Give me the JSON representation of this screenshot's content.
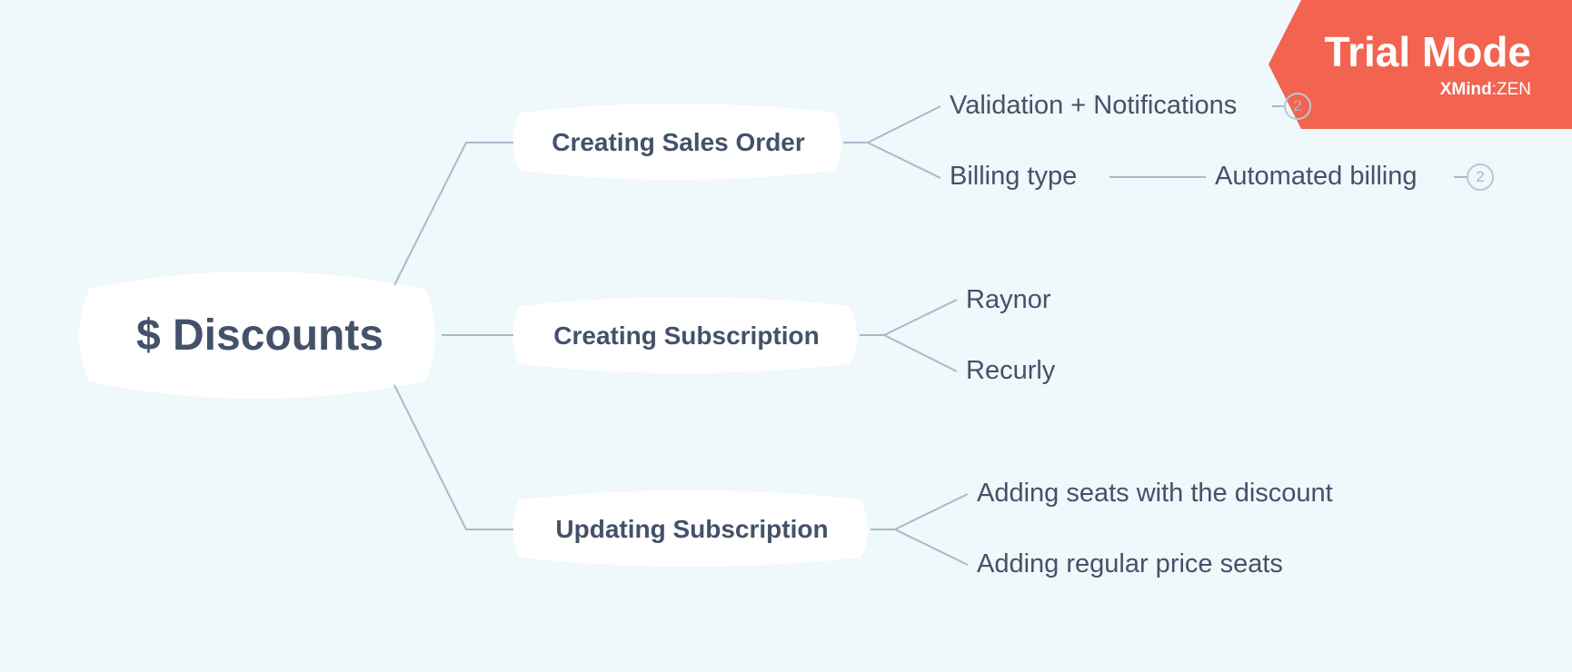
{
  "central_topic": {
    "label": "$ Discounts"
  },
  "main_topics": [
    {
      "label": "Creating Sales Order",
      "subtopics": [
        {
          "label": "Validation + Notifications",
          "badge": "2"
        },
        {
          "label": "Billing type",
          "children": [
            {
              "label": "Automated billing",
              "badge": "2"
            }
          ]
        }
      ]
    },
    {
      "label": "Creating Subscription",
      "subtopics": [
        {
          "label": "Raynor"
        },
        {
          "label": "Recurly"
        }
      ]
    },
    {
      "label": "Updating Subscription",
      "subtopics": [
        {
          "label": "Adding seats with the discount"
        },
        {
          "label": "Adding regular price seats"
        }
      ]
    }
  ],
  "watermark": {
    "title": "Trial Mode",
    "brand_bold": "XMind",
    "brand_sep": ":",
    "brand_light": "ZEN",
    "color": "#f26450"
  },
  "colors": {
    "background": "#eff8fa",
    "text": "#44516a",
    "connector": "#a9b9cb",
    "topic_fill": "#ffffff"
  }
}
